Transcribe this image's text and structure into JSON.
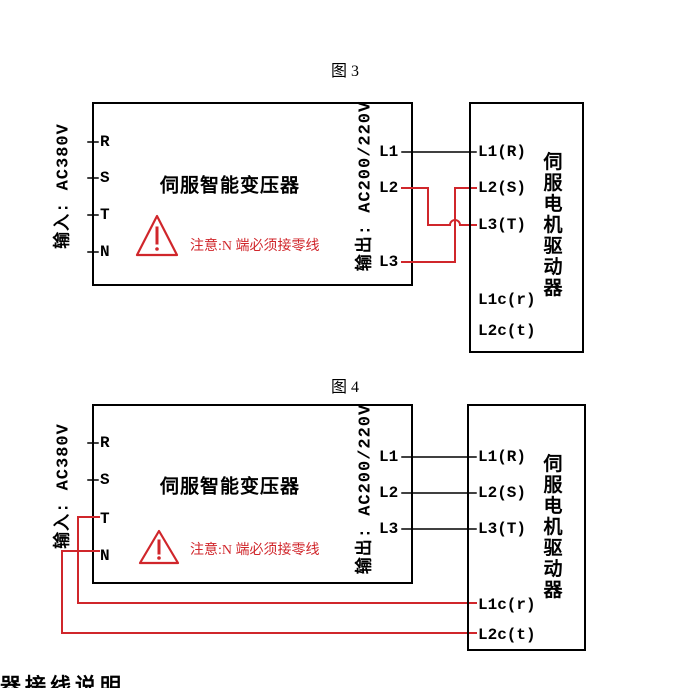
{
  "figures": [
    {
      "caption": "图 3",
      "transformer": {
        "input_label": "输入: AC380V",
        "input_terminals": [
          "R",
          "S",
          "T",
          "N"
        ],
        "title": "伺服智能变压器",
        "warning": "注意:N 端必须接零线",
        "output_label": "输出: AC200/220V",
        "output_terminals": [
          "L1",
          "L2",
          "L3"
        ]
      },
      "driver": {
        "title": "伺服电机驱动器",
        "terminals": [
          "L1(R)",
          "L2(S)",
          "L3(T)",
          "L1c(r)",
          "L2c(t)"
        ]
      }
    },
    {
      "caption": "图 4",
      "transformer": {
        "input_label": "输入: AC380V",
        "input_terminals": [
          "R",
          "S",
          "T",
          "N"
        ],
        "title": "伺服智能变压器",
        "warning": "注意:N 端必须接零线",
        "output_label": "输出: AC200/220V",
        "output_terminals": [
          "L1",
          "L2",
          "L3"
        ]
      },
      "driver": {
        "title": "伺服电机驱动器",
        "terminals": [
          "L1(R)",
          "L2(S)",
          "L3(T)",
          "L1c(r)",
          "L2c(t)"
        ]
      }
    }
  ],
  "footer_text": "器接线说明",
  "colors": {
    "line": "#000000",
    "wire_red": "#d0262b",
    "warning": "#d0262b"
  },
  "icons": {
    "warning": "warning-triangle-icon"
  }
}
